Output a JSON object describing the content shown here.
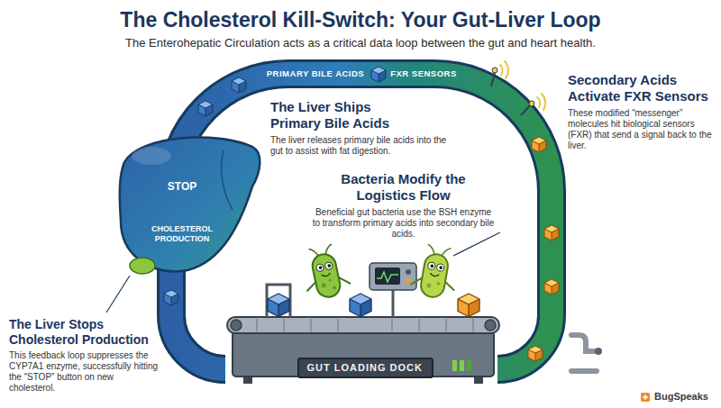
{
  "diagram": {
    "title": "The Cholesterol Kill-Switch: Your Gut-Liver Loop",
    "nodes": [
      {
        "text": [
          "PRIMARY BILE ACIDS",
          "FXR SENSORS"
        ]
      },
      {
        "text": [
          "CHOLESTEROL PRODUCTION"
        ]
      },
      {
        "text": [
          "STOP"
        ],
        "in": 1
      },
      {
        "text": [
          "GUT LOADING DOCK"
        ]
      }
    ],
    "labels": [
      "The Enterohepatic Circulation acts as a critical data loop between the gut and heart health.",
      "The Liver Ships Primary Bile Acids",
      "The liver releases primary bile acids into the gut to assist with fat digestion.",
      "Secondary Acids Activate FXR Sensors",
      "These modified “messenger” molecules hit biological sensors (FXR) that send a signal back to the liver.",
      "Bacteria Modify the Logistics Flow",
      "Beneficial gut bacteria use the BSH enzyme to transform primary acids into secondary bile acids.",
      "The Liver Stops Cholesterol Production",
      "This feedback loop suppresses the CYP7A1 enzyme, successfully hitting the “STOP” button on new cholesterol.",
      "BugSpeaks"
    ]
  }
}
